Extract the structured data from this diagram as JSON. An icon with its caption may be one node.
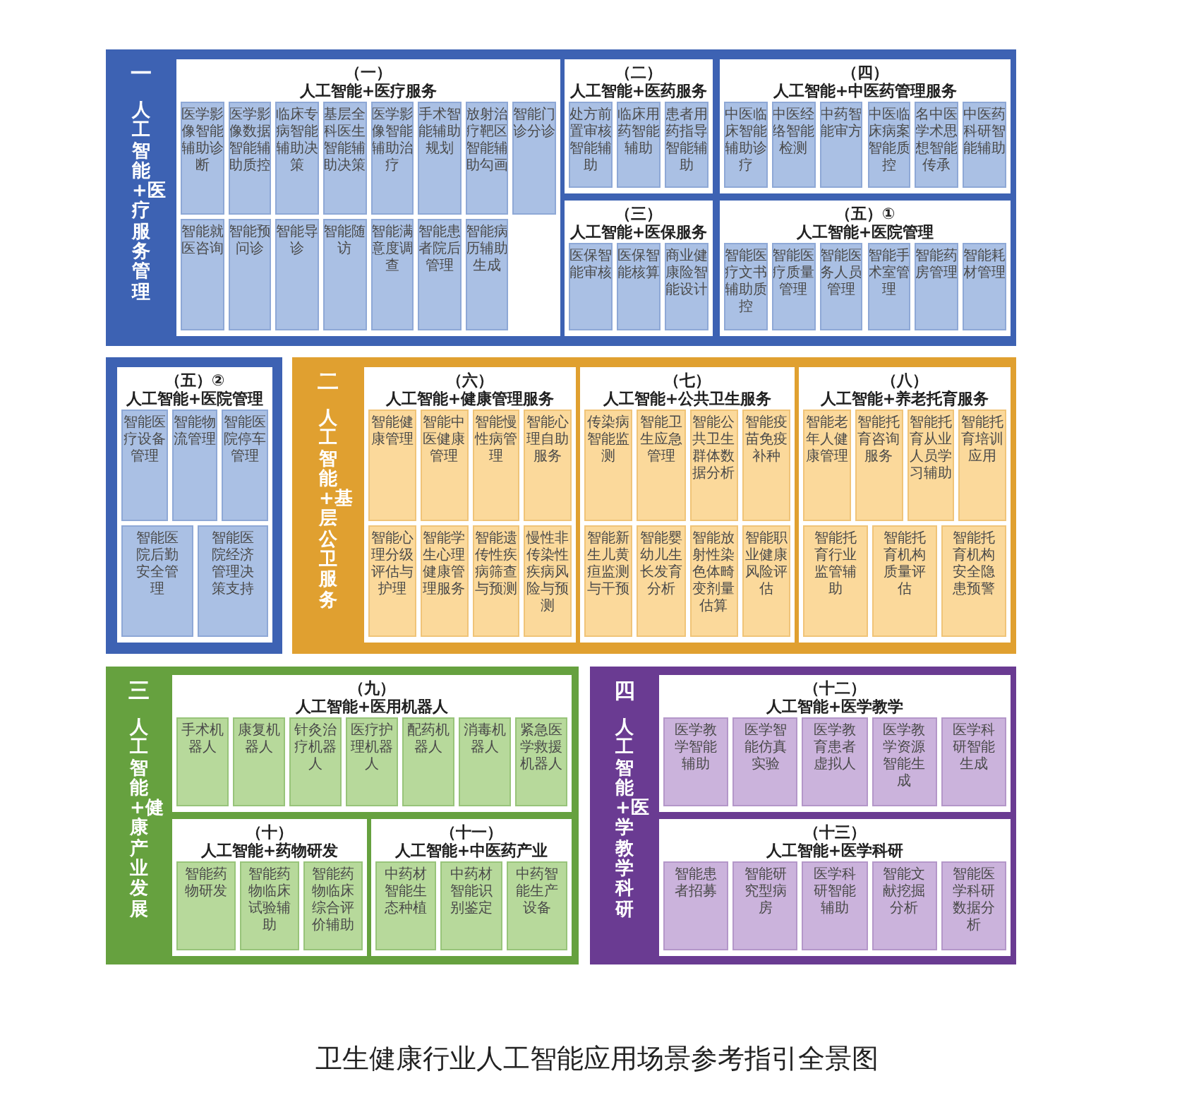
{
  "diagram": {
    "caption": "卫生健康行业人工智能应用场景参考指引全景图",
    "nodes": [
      {
        "text": [
          "一",
          "人工智能+医疗服务管理"
        ]
      },
      {
        "text": [
          "（一）",
          "人工智能+医疗服务"
        ],
        "in": 0
      },
      {
        "text": [
          "医学影像智能辅助诊断"
        ],
        "in": 1
      },
      {
        "text": [
          "医学影像数据智能辅助质控"
        ],
        "in": 1
      },
      {
        "text": [
          "临床专病智能辅助决策"
        ],
        "in": 1
      },
      {
        "text": [
          "基层全科医生智能辅助决策"
        ],
        "in": 1
      },
      {
        "text": [
          "医学影像智能辅助治疗"
        ],
        "in": 1
      },
      {
        "text": [
          "手术智能辅助规划"
        ],
        "in": 1
      },
      {
        "text": [
          "放射治疗靶区智能辅助勾画"
        ],
        "in": 1
      },
      {
        "text": [
          "智能门诊分诊"
        ],
        "in": 1
      },
      {
        "text": [
          "智能就医咨询"
        ],
        "in": 1
      },
      {
        "text": [
          "智能预问诊"
        ],
        "in": 1
      },
      {
        "text": [
          "智能导诊"
        ],
        "in": 1
      },
      {
        "text": [
          "智能随访"
        ],
        "in": 1
      },
      {
        "text": [
          "智能满意度调查"
        ],
        "in": 1
      },
      {
        "text": [
          "智能患者院后管理"
        ],
        "in": 1
      },
      {
        "text": [
          "智能病历辅助生成"
        ],
        "in": 1
      },
      {
        "text": [
          "（二）",
          "人工智能+医药服务"
        ],
        "in": 0
      },
      {
        "text": [
          "处方前置审核智能辅助"
        ],
        "in": 17
      },
      {
        "text": [
          "临床用药智能辅助"
        ],
        "in": 17
      },
      {
        "text": [
          "患者用药指导智能辅助"
        ],
        "in": 17
      },
      {
        "text": [
          "（四）",
          "人工智能+中医药管理服务"
        ],
        "in": 0
      },
      {
        "text": [
          "中医临床智能辅助诊疗"
        ],
        "in": 21
      },
      {
        "text": [
          "中医经络智能检测"
        ],
        "in": 21
      },
      {
        "text": [
          "中药智能审方"
        ],
        "in": 21
      },
      {
        "text": [
          "中医临床病案智能质控"
        ],
        "in": 21
      },
      {
        "text": [
          "名中医学术思想智能传承"
        ],
        "in": 21
      },
      {
        "text": [
          "中医药科研智能辅助"
        ],
        "in": 21
      },
      {
        "text": [
          "（三）",
          "人工智能+医保服务"
        ],
        "in": 0
      },
      {
        "text": [
          "医保智能审核"
        ],
        "in": 28
      },
      {
        "text": [
          "医保智能核算"
        ],
        "in": 28
      },
      {
        "text": [
          "商业健康险智能设计"
        ],
        "in": 28
      },
      {
        "text": [
          "（五）①",
          "人工智能+医院管理"
        ],
        "in": 0
      },
      {
        "text": [
          "智能医疗文书辅助质控"
        ],
        "in": 32
      },
      {
        "text": [
          "智能医疗质量管理"
        ],
        "in": 32
      },
      {
        "text": [
          "智能医务人员管理"
        ],
        "in": 32
      },
      {
        "text": [
          "智能手术室管理"
        ],
        "in": 32
      },
      {
        "text": [
          "智能药房管理"
        ],
        "in": 32
      },
      {
        "text": [
          "智能耗材管理"
        ],
        "in": 32
      },
      {
        "text": [],
        "shape": "box"
      },
      {
        "text": [
          "（五）②",
          "人工智能+医院管理"
        ],
        "in": 39
      },
      {
        "text": [
          "智能医疗设备管理"
        ],
        "in": 40
      },
      {
        "text": [
          "智能物流管理"
        ],
        "in": 40
      },
      {
        "text": [
          "智能医院停车管理"
        ],
        "in": 40
      },
      {
        "text": [
          "智能医院后勤安全管理"
        ],
        "in": 40
      },
      {
        "text": [
          "智能医院经济管理决策支持"
        ],
        "in": 40
      },
      {
        "text": [
          "二",
          "人工智能+基层公卫服务"
        ]
      },
      {
        "text": [
          "（六）",
          "人工智能+健康管理服务"
        ],
        "in": 46
      },
      {
        "text": [
          "智能健康管理"
        ],
        "in": 47
      },
      {
        "text": [
          "智能中医健康管理"
        ],
        "in": 47
      },
      {
        "text": [
          "智能慢性病管理"
        ],
        "in": 47
      },
      {
        "text": [
          "智能心理自助服务"
        ],
        "in": 47
      },
      {
        "text": [
          "智能心理分级评估与护理"
        ],
        "in": 47
      },
      {
        "text": [
          "智能学生心理健康管理服务"
        ],
        "in": 47
      },
      {
        "text": [
          "智能遗传性疾病筛查与预测"
        ],
        "in": 47
      },
      {
        "text": [
          "慢性非传染性疾病风险与预测"
        ],
        "in": 47
      },
      {
        "text": [
          "（七）",
          "人工智能+公共卫生服务"
        ],
        "in": 46
      },
      {
        "text": [
          "传染病智能监测"
        ],
        "in": 56
      },
      {
        "text": [
          "智能卫生应急管理"
        ],
        "in": 56
      },
      {
        "text": [
          "智能公共卫生群体数据分析"
        ],
        "in": 56
      },
      {
        "text": [
          "智能疫苗免疫补种"
        ],
        "in": 56
      },
      {
        "text": [
          "智能新生儿黄疸监测与干预"
        ],
        "in": 56
      },
      {
        "text": [
          "智能婴幼儿生长发育分析"
        ],
        "in": 56
      },
      {
        "text": [
          "智能放射性染色体畸变剂量估算"
        ],
        "in": 56
      },
      {
        "text": [
          "智能职业健康风险评估"
        ],
        "in": 56
      },
      {
        "text": [
          "（八）",
          "人工智能+养老托育服务"
        ],
        "in": 46
      },
      {
        "text": [
          "智能老年人健康管理"
        ],
        "in": 65
      },
      {
        "text": [
          "智能托育咨询服务"
        ],
        "in": 65
      },
      {
        "text": [
          "智能托育从业人员学习辅助"
        ],
        "in": 65
      },
      {
        "text": [
          "智能托育培训应用"
        ],
        "in": 65
      },
      {
        "text": [
          "智能托育行业监管辅助"
        ],
        "in": 65
      },
      {
        "text": [
          "智能托育机构质量评估"
        ],
        "in": 65
      },
      {
        "text": [
          "智能托育机构安全隐患预警"
        ],
        "in": 65
      },
      {
        "text": [
          "三",
          "人工智能+健康产业发展"
        ]
      },
      {
        "text": [
          "（九）",
          "人工智能+医用机器人"
        ],
        "in": 73
      },
      {
        "text": [
          "手术机器人"
        ],
        "in": 74
      },
      {
        "text": [
          "康复机器人"
        ],
        "in": 74
      },
      {
        "text": [
          "针灸治疗机器人"
        ],
        "in": 74
      },
      {
        "text": [
          "医疗护理机器人"
        ],
        "in": 74
      },
      {
        "text": [
          "配药机器人"
        ],
        "in": 74
      },
      {
        "text": [
          "消毒机器人"
        ],
        "in": 74
      },
      {
        "text": [
          "紧急医学救援机器人"
        ],
        "in": 74
      },
      {
        "text": [
          "（十）",
          "人工智能+药物研发"
        ],
        "in": 73
      },
      {
        "text": [
          "智能药物研发"
        ],
        "in": 82
      },
      {
        "text": [
          "智能药物临床试验辅助"
        ],
        "in": 82
      },
      {
        "text": [
          "智能药物临床综合评价辅助"
        ],
        "in": 82
      },
      {
        "text": [
          "（十一）",
          "人工智能+中医药产业"
        ],
        "in": 73
      },
      {
        "text": [
          "中药材智能生态种植"
        ],
        "in": 86
      },
      {
        "text": [
          "中药材智能识别鉴定"
        ],
        "in": 86
      },
      {
        "text": [
          "中药智能生产设备"
        ],
        "in": 86
      },
      {
        "text": [
          "四",
          "人工智能+医学教学科研"
        ]
      },
      {
        "text": [
          "（十二）",
          "人工智能+医学教学"
        ],
        "in": 90
      },
      {
        "text": [
          "医学教学智能辅助"
        ],
        "in": 91
      },
      {
        "text": [
          "医学智能仿真实验"
        ],
        "in": 91
      },
      {
        "text": [
          "医学教育患者虚拟人"
        ],
        "in": 91
      },
      {
        "text": [
          "医学教学资源智能生成"
        ],
        "in": 91
      },
      {
        "text": [
          "医学科研智能生成"
        ],
        "in": 91
      },
      {
        "text": [
          "（十三）",
          "人工智能+医学科研"
        ],
        "in": 90
      },
      {
        "text": [
          "智能患者招募"
        ],
        "in": 97
      },
      {
        "text": [
          "智能研究型病房"
        ],
        "in": 97
      },
      {
        "text": [
          "医学科研智能辅助"
        ],
        "in": 97
      },
      {
        "text": [
          "智能文献挖掘分析"
        ],
        "in": 97
      },
      {
        "text": [
          "智能医学科研数据分析"
        ],
        "in": 97
      }
    ]
  }
}
